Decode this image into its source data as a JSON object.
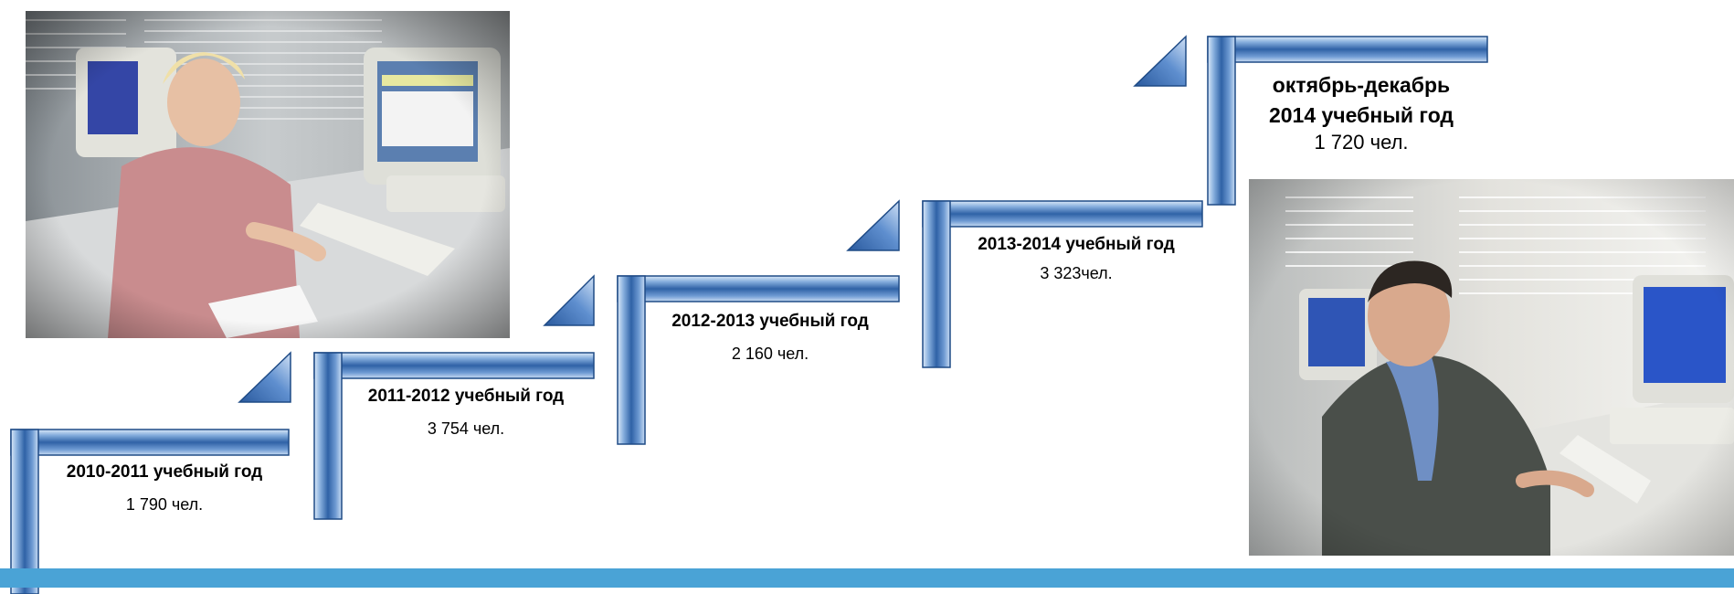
{
  "steps": [
    {
      "year": "2010-2011 учебный год",
      "count": "1 790 чел."
    },
    {
      "year": "2011-2012 учебный год",
      "count": "3 754 чел."
    },
    {
      "year": "2012-2013 учебный год",
      "count": "2 160 чел."
    },
    {
      "year": "2013-2014 учебный год",
      "count": "3 323чел."
    },
    {
      "year_line1": "октябрь-декабрь",
      "year_line2": "2014 учебный год",
      "count": "1 720 чел."
    }
  ],
  "colors": {
    "stair_blue": "#3e6fae",
    "stair_light": "#9cc2ec",
    "stair_dark": "#1f4b86",
    "bottom_bar": "#4aa3d6"
  },
  "icons": {
    "photo_left": "woman-at-computer-photo",
    "photo_right": "man-at-computer-photo"
  }
}
